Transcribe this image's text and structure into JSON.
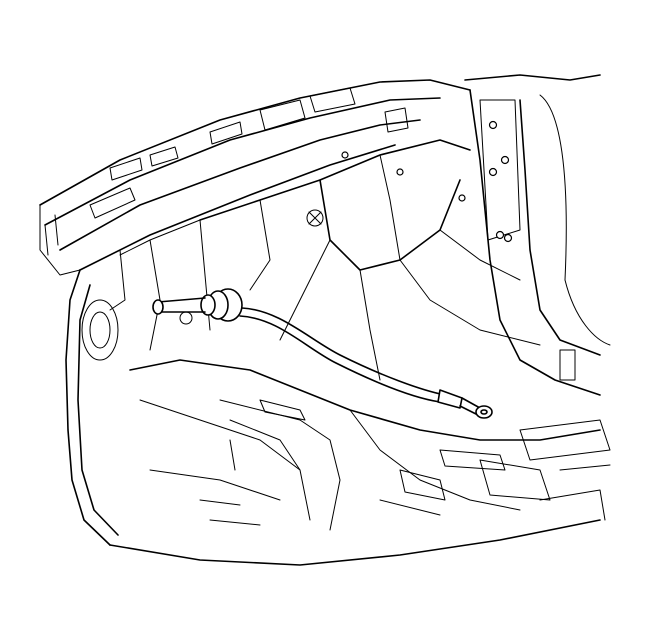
{
  "figure": {
    "background": "#ffffff",
    "line_color": "#000000",
    "parts": [
      "vehicle-floor-pan",
      "dash-panel-cowl",
      "right-door-pillar",
      "cable-grommet",
      "routed-cable",
      "cable-end-eyelet"
    ]
  }
}
